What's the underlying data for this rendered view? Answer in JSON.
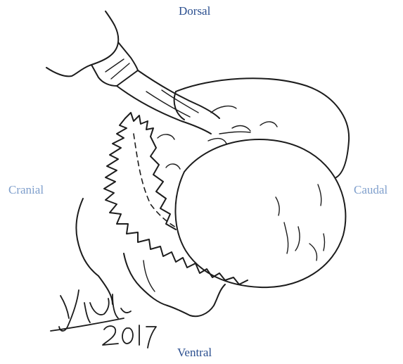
{
  "labels": {
    "top": "Dorsal",
    "bottom": "Ventral",
    "left": "Cranial",
    "right": "Caudal"
  },
  "colors": {
    "dorsal_ventral": "#2b4f8f",
    "cranial_caudal": "#7f9fcc",
    "ink": "#1c1c1c"
  },
  "signature": {
    "year": "2017"
  }
}
